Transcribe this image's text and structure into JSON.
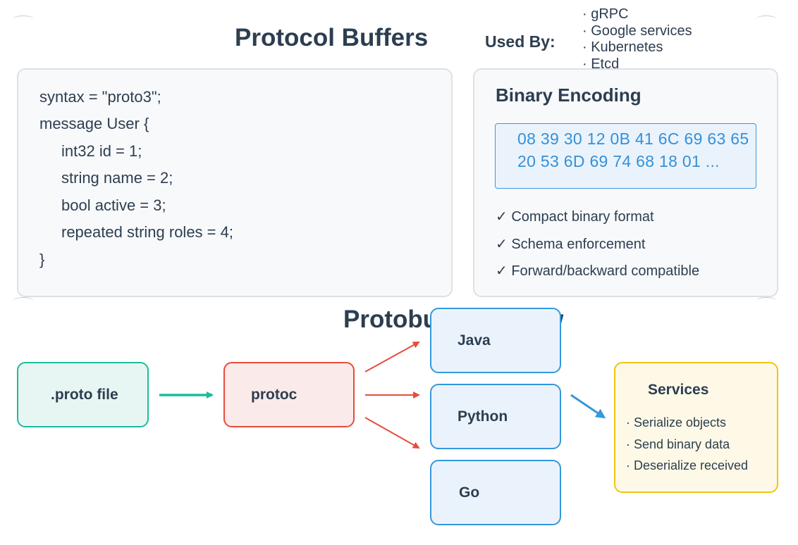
{
  "header": {
    "title": "Protocol Buffers",
    "used_by_label": "Used By:",
    "used_by_items": [
      "· gRPC",
      "· Google services",
      "· Kubernetes",
      "· Etcd"
    ]
  },
  "schema": {
    "lines": [
      "syntax = \"proto3\";",
      "message User {",
      "int32 id = 1;",
      "string name = 2;",
      "bool active = 3;",
      "repeated string roles = 4;",
      "}"
    ]
  },
  "encoding": {
    "title": "Binary Encoding",
    "hex_lines": [
      "08 39 30 12 0B 41 6C 69 63 65",
      "20 53 6D 69 74 68 18 01 ..."
    ],
    "features": [
      "✓ Compact binary format",
      "✓ Schema enforcement",
      "✓ Forward/backward compatible"
    ]
  },
  "workflow": {
    "title": "Protobuf Workflow",
    "proto_file": ".proto file",
    "compiler": "protoc",
    "languages": [
      "Java",
      "Python",
      "Go"
    ],
    "services": {
      "title": "Services",
      "items": [
        "· Serialize objects",
        "· Send binary data",
        "· Deserialize received"
      ]
    }
  },
  "colors": {
    "title": "#2c3e50",
    "teal": "#1abc9c",
    "red": "#e74c3c",
    "blue": "#3498db",
    "yellow": "#f1c40f"
  }
}
